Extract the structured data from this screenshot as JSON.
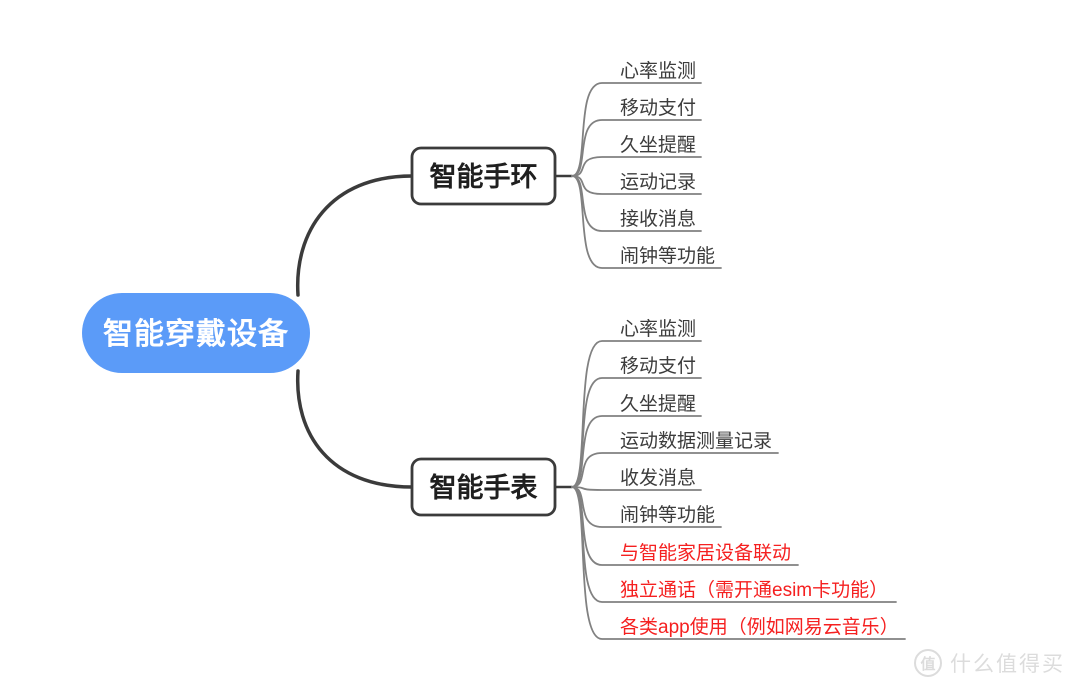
{
  "mindmap": {
    "root": {
      "label": "智能穿戴设备"
    },
    "branches": [
      {
        "label": "智能手环",
        "children": [
          {
            "label": "心率监测"
          },
          {
            "label": "移动支付"
          },
          {
            "label": "久坐提醒"
          },
          {
            "label": "运动记录"
          },
          {
            "label": "接收消息"
          },
          {
            "label": "闹钟等功能"
          }
        ]
      },
      {
        "label": "智能手表",
        "children": [
          {
            "label": "心率监测"
          },
          {
            "label": "移动支付"
          },
          {
            "label": "久坐提醒"
          },
          {
            "label": "运动数据测量记录"
          },
          {
            "label": "收发消息"
          },
          {
            "label": "闹钟等功能"
          },
          {
            "label": "与智能家居设备联动",
            "red": true
          },
          {
            "label": "独立通话（需开通esim卡功能）",
            "red": true
          },
          {
            "label": "各类app使用（例如网易云音乐）",
            "red": true
          }
        ]
      }
    ],
    "watermark": {
      "logo_char": "值",
      "text": "什么值得买"
    },
    "colors": {
      "root_fill": "#5b9bf8",
      "root_text": "#ffffff",
      "node_fill": "#ffffff",
      "node_border": "#3b3b3b",
      "node_text": "#1f1f1f",
      "branch_curve": "#3b3b3b",
      "leaf_line": "#818181",
      "leaf_text": "#3c3c3c",
      "red_text": "#f52020",
      "watermark": "#dcdcdc"
    }
  }
}
